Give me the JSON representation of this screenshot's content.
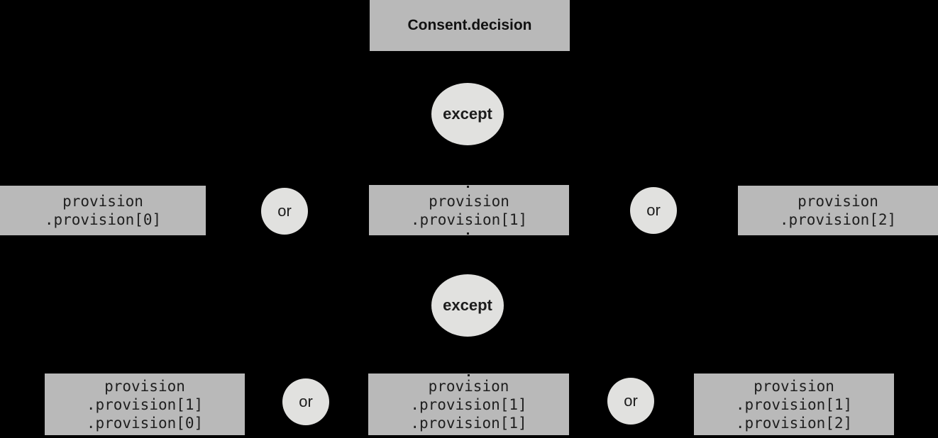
{
  "diagram": {
    "title": "Consent.decision",
    "except_label": "except",
    "or_label": "or",
    "level1": [
      {
        "lines": [
          "provision",
          ".provision[0]"
        ]
      },
      {
        "lines": [
          "provision",
          ".provision[1]"
        ]
      },
      {
        "lines": [
          "provision",
          ".provision[2]"
        ]
      }
    ],
    "level2": [
      {
        "lines": [
          "provision",
          ".provision[1]",
          ".provision[0]"
        ]
      },
      {
        "lines": [
          "provision",
          ".provision[1]",
          ".provision[1]"
        ]
      },
      {
        "lines": [
          "provision",
          ".provision[1]",
          ".provision[2]"
        ]
      }
    ],
    "colors": {
      "background": "#000000",
      "node_fill": "#b9b9b9",
      "operator_fill": "#e1e1df",
      "text": "#1f1f1f"
    }
  }
}
